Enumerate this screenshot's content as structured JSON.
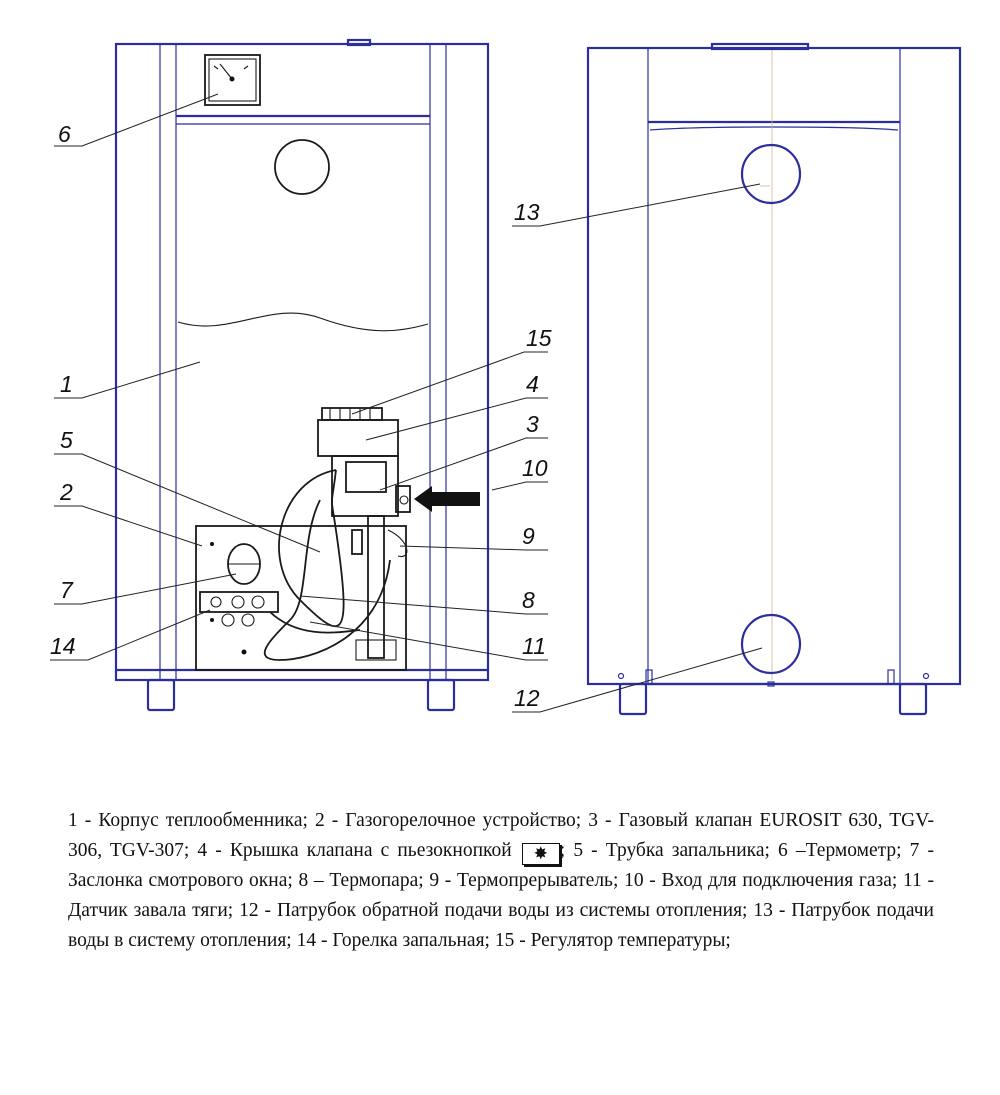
{
  "callouts": {
    "c1": "1",
    "c2": "2",
    "c3": "3",
    "c4": "4",
    "c5": "5",
    "c6": "6",
    "c7": "7",
    "c8": "8",
    "c9": "9",
    "c10": "10",
    "c11": "11",
    "c12": "12",
    "c13": "13",
    "c14": "14",
    "c15": "15"
  },
  "caption": {
    "p1": "1 - Корпус теплообменника; 2 - Газогорелочное устройство; 3 - Газовый клапан EUROSIT 630, TGV-306, TGV-307; 4 - Крышка клапана с пьезокнопкой",
    "piezo_symbol": "✸",
    "p2": "; 5 - Трубка запальника; 6 –Термометр; 7 - Заслонка смотрового окна; 8 – Термопара; 9 -  Термопрерыватель; 10 - Вход для подключения газа; 11 - Датчик завала тяги; 12 - Патрубок обратной подачи воды из системы отопления; 13 - Патрубок подачи воды в систему отопления; 14 - Горелка запальная; 15 - Регулятор температуры;"
  },
  "colors": {
    "outline": "#2b2f9e",
    "ink": "#1a1a1a"
  }
}
